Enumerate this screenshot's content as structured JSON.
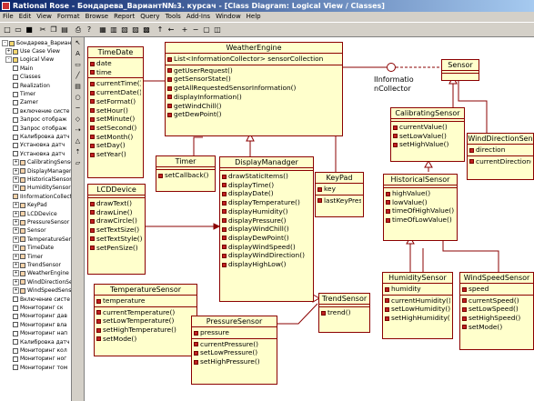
{
  "window": {
    "app": "Rational Rose",
    "title": "Бондарева_ВариантN№3. курсач - [Class Diagram: Logical View / Classes]"
  },
  "menu": [
    "File",
    "Edit",
    "View",
    "Format",
    "Browse",
    "Report",
    "Query",
    "Tools",
    "Add-Ins",
    "Window",
    "Help"
  ],
  "tree": {
    "root": "Бондарева_ВариантN№3.",
    "items": [
      {
        "label": "Use Case View",
        "icon": "folder",
        "level": 1,
        "exp": "+"
      },
      {
        "label": "Logical View",
        "icon": "folder",
        "level": 1,
        "exp": "-"
      },
      {
        "label": "Main",
        "icon": "diagram",
        "level": 2
      },
      {
        "label": "Classes",
        "icon": "diagram",
        "level": 2
      },
      {
        "label": "Realization",
        "icon": "diagram",
        "level": 2
      },
      {
        "label": "Timer",
        "icon": "diagram",
        "level": 2
      },
      {
        "label": "Zamer",
        "icon": "diagram",
        "level": 2
      },
      {
        "label": "включение систе",
        "icon": "diagram",
        "level": 2
      },
      {
        "label": "Запрос отображ",
        "icon": "diagram",
        "level": 2
      },
      {
        "label": "Запрос отображ",
        "icon": "diagram",
        "level": 2
      },
      {
        "label": "Калибровка датч",
        "icon": "diagram",
        "level": 2
      },
      {
        "label": "Установка датч",
        "icon": "diagram",
        "level": 2
      },
      {
        "label": "Установка датч",
        "icon": "diagram",
        "level": 2
      },
      {
        "label": "CalibratingSensor",
        "icon": "class",
        "level": 2,
        "exp": "+"
      },
      {
        "label": "DisplayManager",
        "icon": "class",
        "level": 2,
        "exp": "+"
      },
      {
        "label": "HistoricalSensor",
        "icon": "class",
        "level": 2,
        "exp": "+"
      },
      {
        "label": "HumiditySensor",
        "icon": "class",
        "level": 2,
        "exp": "+"
      },
      {
        "label": "IInformationCollector",
        "icon": "class",
        "level": 2
      },
      {
        "label": "KeyPad",
        "icon": "class",
        "level": 2,
        "exp": "+"
      },
      {
        "label": "LCDDevice",
        "icon": "class",
        "level": 2,
        "exp": "+"
      },
      {
        "label": "PressureSensor",
        "icon": "class",
        "level": 2,
        "exp": "+"
      },
      {
        "label": "Sensor",
        "icon": "class",
        "level": 2,
        "exp": "+"
      },
      {
        "label": "TemperatureSens",
        "icon": "class",
        "level": 2,
        "exp": "+"
      },
      {
        "label": "TimeDate",
        "icon": "class",
        "level": 2,
        "exp": "+"
      },
      {
        "label": "Timer",
        "icon": "class",
        "level": 2,
        "exp": "+"
      },
      {
        "label": "TrendSensor",
        "icon": "class",
        "level": 2,
        "exp": "+"
      },
      {
        "label": "WeatherEngine",
        "icon": "class",
        "level": 2,
        "exp": "+"
      },
      {
        "label": "WindDirectionSer",
        "icon": "class",
        "level": 2,
        "exp": "+"
      },
      {
        "label": "WindSpeedSensor",
        "icon": "class",
        "level": 2,
        "exp": "+"
      },
      {
        "label": "Включение систе",
        "icon": "diagram",
        "level": 2
      },
      {
        "label": "Мониторинг  ск",
        "icon": "diagram",
        "level": 2
      },
      {
        "label": "Мониторинг  дав",
        "icon": "diagram",
        "level": 2
      },
      {
        "label": "Мониторинг  вла",
        "icon": "diagram",
        "level": 2
      },
      {
        "label": "Мониторинг  нап",
        "icon": "diagram",
        "level": 2
      },
      {
        "label": "Калибровка датч",
        "icon": "diagram",
        "level": 2
      },
      {
        "label": "Мониторинг  кол",
        "icon": "diagram",
        "level": 2
      },
      {
        "label": "Мониторинг  ног",
        "icon": "diagram",
        "level": 2
      },
      {
        "label": "Мониторинг  том",
        "icon": "diagram",
        "level": 2
      }
    ]
  },
  "diagram": {
    "interface_label": "IInformationCollector",
    "interface_label_lines": [
      "IInformatio",
      "nCollector"
    ],
    "classes": {
      "TimeDate": {
        "name": "TimeDate",
        "attrs": [
          "date",
          "time"
        ],
        "ops": [
          "currentTime()",
          "currentDate()",
          "setFormat()",
          "setHour()",
          "setMinute()",
          "setSecond()",
          "setMonth()",
          "setDay()",
          "setYear()"
        ]
      },
      "WeatherEngine": {
        "name": "WeatherEngine",
        "attrs": [
          "List<InformationCollector> sensorCollection"
        ],
        "ops": [
          "getUserRequest()",
          "getSensorState()",
          "getAllRequestedSensorInformation()",
          "displayInformation()",
          "getWindChill()",
          "getDewPoint()"
        ]
      },
      "Sensor": {
        "name": "Sensor",
        "attrs": [],
        "ops": []
      },
      "CalibratingSensor": {
        "name": "CalibratingSensor",
        "attrs": [],
        "ops": [
          "currentValue()",
          "setLowValue()",
          "setHighValue()"
        ]
      },
      "WindDirectionSensor": {
        "name": "WindDirectionSen",
        "attrs": [
          "direction"
        ],
        "ops": [
          "currentDirection()"
        ]
      },
      "Timer": {
        "name": "Timer",
        "attrs": [],
        "ops": [
          "setCallback()"
        ]
      },
      "DisplayManager": {
        "name": "DisplayManadger",
        "attrs": [],
        "ops": [
          "drawStaticItems()",
          "displayTime()",
          "displayDate()",
          "displayTemperature()",
          "displayHumidity()",
          "displayPressure()",
          "displayWindChill()",
          "displayDewPoint()",
          "displayWindSpeed()",
          "displayWindDirection()",
          "displayHighLow()"
        ]
      },
      "KeyPad": {
        "name": "KeyPad",
        "attrs": [
          "key"
        ],
        "ops": [
          "lastKeyPress()"
        ]
      },
      "LCDDevice": {
        "name": "LCDDevice",
        "attrs": [],
        "ops": [
          "drawText()",
          "drawLine()",
          "drawCircle()",
          "setTextSize()",
          "setTextStyle()",
          "setPenSize()"
        ]
      },
      "HistoricalSensor": {
        "name": "HistoricalSensor",
        "attrs": [],
        "ops": [
          "highValue()",
          "lowValue()",
          "timeOfHighValue()",
          "timeOfLowValue()"
        ]
      },
      "TemperatureSensor": {
        "name": "TemperatureSensor",
        "attrs": [
          "temperature"
        ],
        "ops": [
          "currentTemperature()",
          "setLowTemperature()",
          "setHighTemperature()",
          "setMode()"
        ]
      },
      "TrendSensor": {
        "name": "TrendSensor",
        "attrs": [],
        "ops": [
          "trend()"
        ]
      },
      "PressureSensor": {
        "name": "PressureSensor",
        "attrs": [
          "pressure"
        ],
        "ops": [
          "currentPressure()",
          "setLowPressure()",
          "setHighPressure()"
        ]
      },
      "HumiditySensor": {
        "name": "HumiditySensor",
        "attrs": [
          "humidity"
        ],
        "ops": [
          "currentHumidity()",
          "setLowHumidity()",
          "setHighHumidity()"
        ]
      },
      "WindSpeedSensor": {
        "name": "WindSpeedSensor",
        "attrs": [
          "speed"
        ],
        "ops": [
          "currentSpeed()",
          "setLowSpeed()",
          "setHighSpeed()",
          "setMode()"
        ]
      }
    }
  },
  "colors": {
    "class_fill": "#ffffcc",
    "class_border": "#8b0000",
    "link": "#8b0000",
    "titlebar": "#0a246a"
  }
}
